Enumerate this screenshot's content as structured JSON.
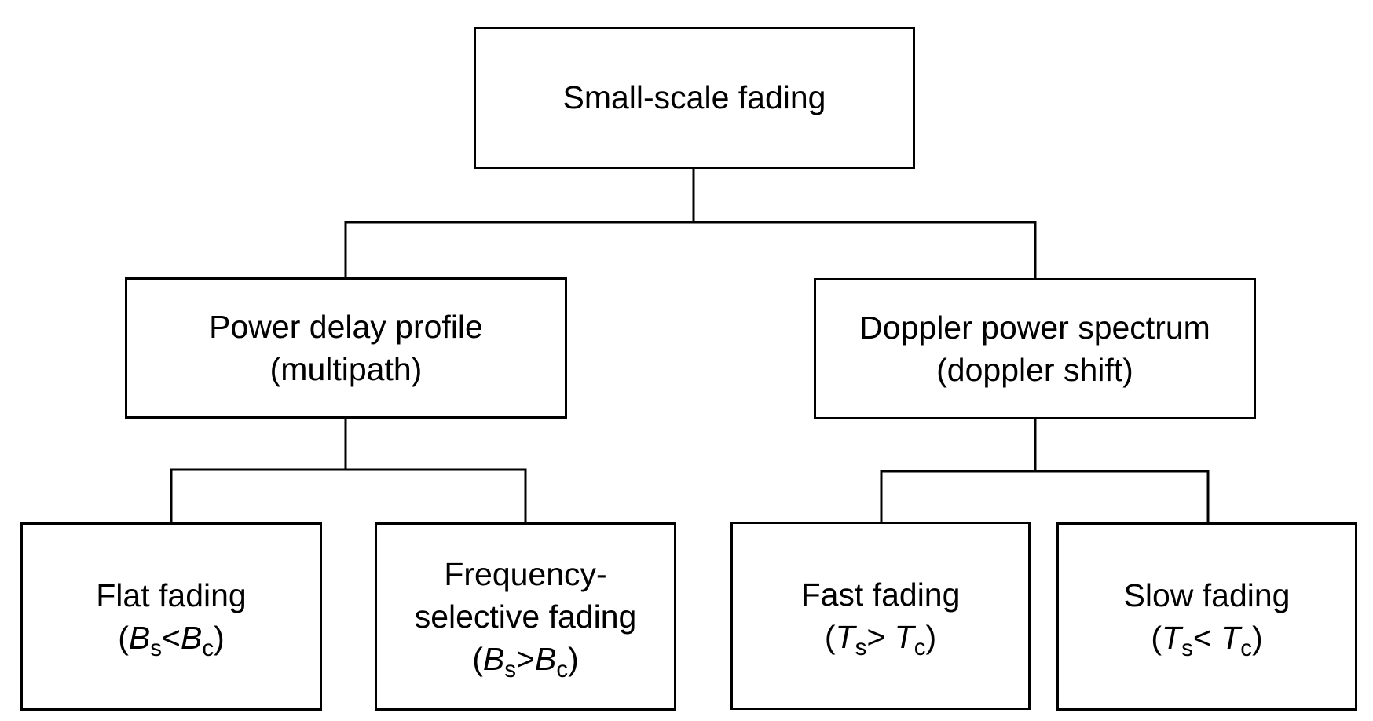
{
  "root": {
    "label": "Small-scale fading"
  },
  "branches": [
    {
      "label_line1": "Power delay profile",
      "label_line2": "(multipath)",
      "children": [
        {
          "label_line1": "Flat fading",
          "open": "(",
          "sym1": "B",
          "sub1": "s",
          "op": "<",
          "sym2": "B",
          "sub2": "c",
          "close": ")"
        },
        {
          "label_line1": "Frequency-",
          "label_line2": "selective fading",
          "open": "(",
          "sym1": "B",
          "sub1": "s",
          "op": ">",
          "sym2": "B",
          "sub2": "c",
          "close": ")"
        }
      ]
    },
    {
      "label_line1": "Doppler power spectrum",
      "label_line2": "(doppler shift)",
      "children": [
        {
          "label_line1": "Fast fading",
          "open": "(",
          "sym1": "T",
          "sub1": "s",
          "op": "> ",
          "sym2": "T",
          "sub2": "c",
          "close": ")"
        },
        {
          "label_line1": "Slow fading",
          "open": "(",
          "sym1": "T",
          "sub1": "s",
          "op": "< ",
          "sym2": "T",
          "sub2": "c",
          "close": ")"
        }
      ]
    }
  ]
}
